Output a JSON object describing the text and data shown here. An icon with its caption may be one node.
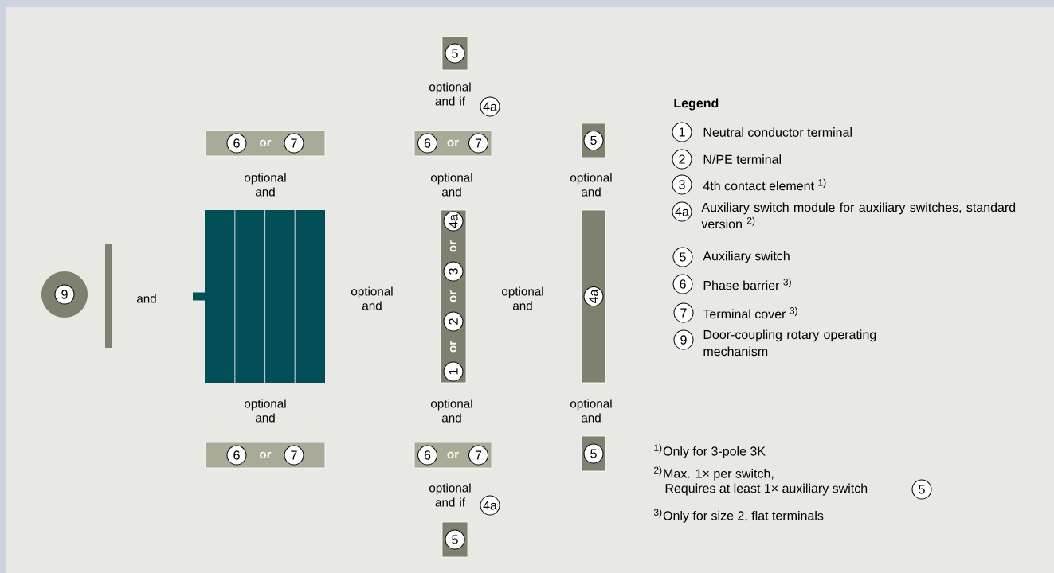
{
  "diagram": {
    "nodes": [
      {
        "text": [
          "9"
        ]
      },
      {
        "text": [],
        "shape": "bar"
      },
      {
        "text": [],
        "shape": "box"
      },
      {
        "text": [
          "6",
          "or",
          "7"
        ]
      },
      {
        "text": [
          "6",
          "or",
          "7"
        ]
      },
      {
        "text": [
          "5"
        ]
      },
      {
        "text": [
          "6",
          "or",
          "7"
        ]
      },
      {
        "text": [
          "1",
          "or",
          "2",
          "or",
          "3",
          "or",
          "4a"
        ]
      },
      {
        "text": [
          "6",
          "or",
          "7"
        ]
      },
      {
        "text": [
          "5"
        ]
      },
      {
        "text": [
          "5"
        ]
      },
      {
        "text": [
          "4a"
        ]
      },
      {
        "text": [
          "5"
        ]
      }
    ],
    "labels": [
      "and",
      "optional and",
      "optional and",
      "optional and if",
      "4a",
      "optional and",
      "optional and",
      "optional and",
      "optional and",
      "optional and",
      "optional and",
      "optional and if",
      "4a",
      "Legend",
      "1",
      "Neutral conductor terminal",
      "2",
      "N/PE terminal",
      "3",
      "4th contact element $^{1)}$",
      "4a",
      "Auxiliary switch module for auxiliary switches, standard version $^{2)}$",
      "5",
      "Auxiliary switch",
      "6",
      "Phase barrier $^{3)}$",
      "7",
      "Terminal cover $^{3)}$",
      "9",
      "Door-coupling rotary operating mechanism",
      "$^{1)}$Only for 3-pole 3K",
      "$^{2)}$Max. 1× per switch,",
      "Requires at least 1× auxiliary switch",
      "5",
      "$^{3)}$Only for size 2, flat terminals"
    ]
  }
}
